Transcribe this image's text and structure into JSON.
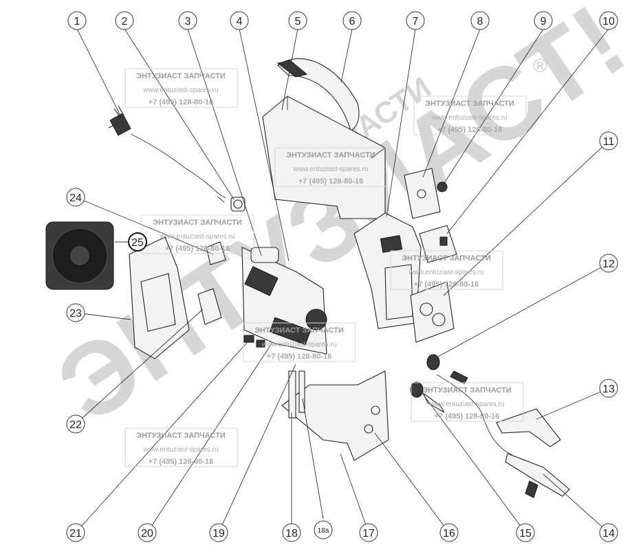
{
  "callouts": [
    {
      "id": "c1",
      "label": "1"
    },
    {
      "id": "c2",
      "label": "2"
    },
    {
      "id": "c3",
      "label": "3"
    },
    {
      "id": "c4",
      "label": "4"
    },
    {
      "id": "c5",
      "label": "5"
    },
    {
      "id": "c6",
      "label": "6"
    },
    {
      "id": "c7",
      "label": "7"
    },
    {
      "id": "c8",
      "label": "8"
    },
    {
      "id": "c9",
      "label": "9"
    },
    {
      "id": "c10",
      "label": "10"
    },
    {
      "id": "c11",
      "label": "11"
    },
    {
      "id": "c12",
      "label": "12"
    },
    {
      "id": "c13",
      "label": "13"
    },
    {
      "id": "c14",
      "label": "14"
    },
    {
      "id": "c15",
      "label": "15"
    },
    {
      "id": "c16",
      "label": "16"
    },
    {
      "id": "c17",
      "label": "17"
    },
    {
      "id": "c18a",
      "label": "18a"
    },
    {
      "id": "c18",
      "label": "18"
    },
    {
      "id": "c19",
      "label": "19"
    },
    {
      "id": "c20",
      "label": "20"
    },
    {
      "id": "c21",
      "label": "21"
    },
    {
      "id": "c22",
      "label": "22"
    },
    {
      "id": "c23",
      "label": "23"
    },
    {
      "id": "c24",
      "label": "24"
    },
    {
      "id": "c25",
      "label": "25"
    }
  ],
  "watermark": {
    "title": "ЭНТУЗИАСТ ЗАПЧАСТИ",
    "site": "www.entuziast-spares.ru",
    "phone": "+7 (495) 128-80-16"
  },
  "big_watermark": {
    "main": "ЭНТУЗИАСТ!",
    "sub": "ЗАПЧАСТИ",
    "mark": "®"
  },
  "colors": {
    "line": "#222222",
    "watermark": "#c9c9c9",
    "background": "#ffffff"
  }
}
